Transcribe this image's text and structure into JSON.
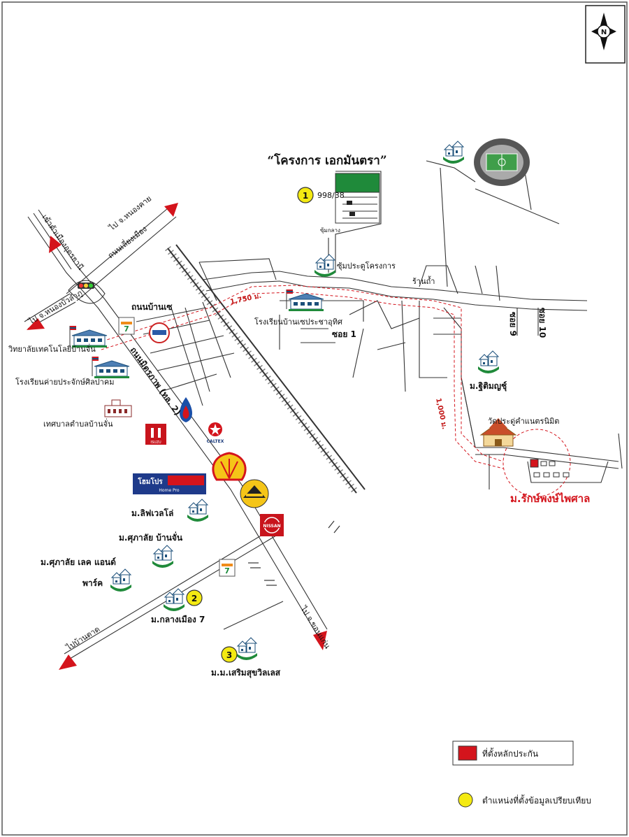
{
  "project_title": "“โครงการ เอกมันตรา”",
  "compass_letter": "N",
  "target": {
    "name": "ม.รักษ์พงษ์ไพศาล",
    "color": "#d4141c"
  },
  "distances": {
    "d750": "1,750 ม.",
    "d1000": "1,000 ม."
  },
  "comparables": [
    {
      "number": "1",
      "label": "998/38"
    },
    {
      "number": "2",
      "label": "ม.กลางเมือง 7"
    },
    {
      "number": "3",
      "label": "ม.ม.เสริมสุขวิลเลส"
    }
  ],
  "places": {
    "hq_arch": "ซุ้มประตูโครงการ",
    "gate_small": "ซุ้มกลาง",
    "shop": "ร้านถ้ำ",
    "ban_che_road": "ถนนบ้านเซ",
    "school_banche": "โรงเรียนบ้านเซประชาอุทิศ",
    "soi1": "ซอย 1",
    "soi9": "ซอย 9",
    "soi10": "ซอย 10",
    "tiamsuk": "ม.ฐิติมญชุ์",
    "temple": "วัดประดู่คำแนตรนิมิต",
    "tech_college": "วิทยาลัยเทคโนโลยีบ้านจั่น",
    "camp_school": "โรงเรียนค่ายประจักษ์ศิลปาคม",
    "municipality": "เทศบาลตำบลบ้านจั่น",
    "liveloh": "ม.ลิฟเวลโล่",
    "supalai_banchan": "ม.ศุภาลัย บ้านจั่น",
    "supalai_lake": "ม.ศุภาลัย เลค แอนด์",
    "park": "พาร์ค",
    "main_road": "ถนนมิตรภาพ (ทล. 2)",
    "to_udon": "เข้าตัวเมืองอุดรธานี",
    "to_nongkhai": "ไป จ.หนองคาย",
    "bypass": "ถนนเลี่ยงเมือง",
    "to_nongbua": "ไป จ.หนองบัวลำภู",
    "to_khonkaen": "ไป จ.ขอนแก่น",
    "to_bantat": "ไปบ้านตาด"
  },
  "brands": {
    "homepro": "โฮมโปร",
    "homepro_sub": "Home Pro",
    "shell": "Shell",
    "caltex": "CALTEX",
    "nissan": "NISSAN",
    "isuzu": "ISUZU",
    "ptt": "PTT"
  },
  "legend": {
    "collateral": "ที่ตั้งหลักประกัน",
    "comparable": "ตำแหน่งที่ตั้งข้อมูลเปรียบเทียบ"
  },
  "colors": {
    "route_red": "#d4141c",
    "marker_yellow": "#f4ea12",
    "house_green": "#1f8a3a"
  }
}
